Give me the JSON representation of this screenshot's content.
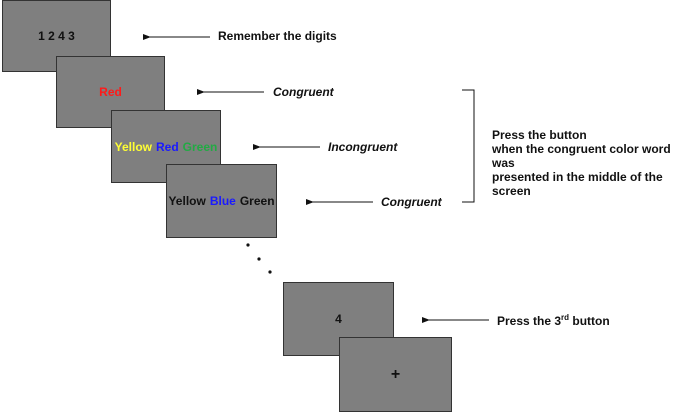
{
  "screens": {
    "s1": {
      "digits": "1 2 4 3"
    },
    "s2": {
      "word": "Red",
      "color": "#ff1a1a"
    },
    "s3": {
      "words": [
        {
          "text": "Yellow",
          "color": "#ffff33"
        },
        {
          "text": "Red",
          "color": "#1a1aff"
        },
        {
          "text": "Green",
          "color": "#22aa44"
        }
      ]
    },
    "s4": {
      "words": [
        {
          "text": "Yellow",
          "color": "#111111"
        },
        {
          "text": "Blue",
          "color": "#1a1aff"
        },
        {
          "text": "Green",
          "color": "#111111"
        }
      ]
    },
    "s5": {
      "digit": "4"
    },
    "s6": {
      "symbol": "+"
    }
  },
  "labels": {
    "remember": "Remember the digits",
    "congruent1": "Congruent",
    "incongruent": "Incongruent",
    "congruent2": "Congruent",
    "press_button": [
      "Press the button",
      "when the congruent color word was",
      "presented in the middle of the screen"
    ],
    "press_third_pre": "Press the 3",
    "press_third_sup": "rd",
    "press_third_post": " button"
  },
  "colors": {
    "screen_bg": "#7f7f7f"
  }
}
